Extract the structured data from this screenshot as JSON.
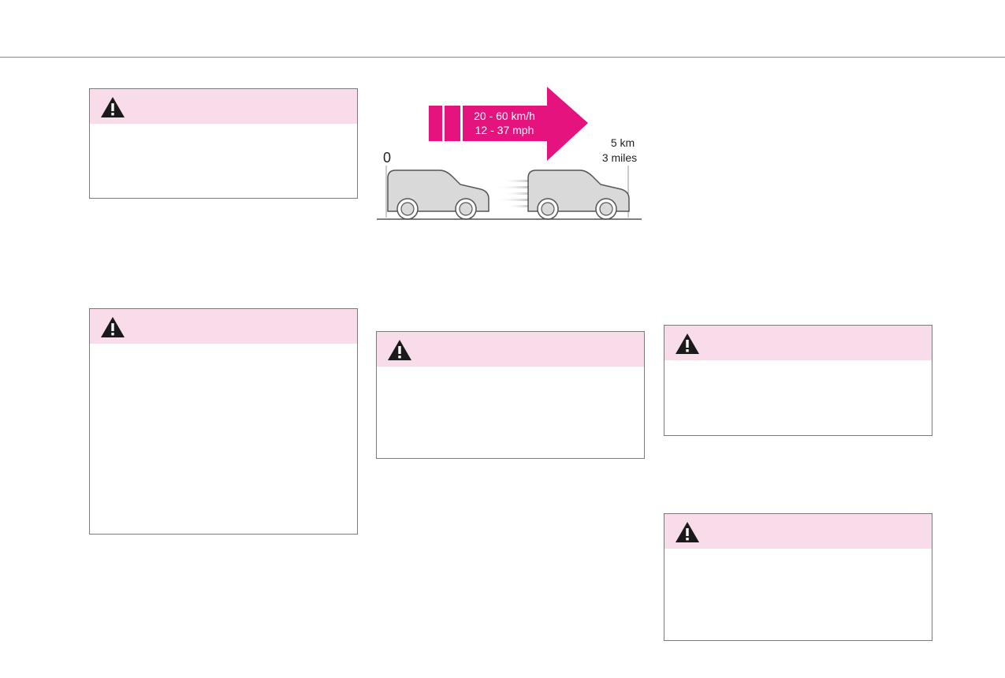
{
  "figure": {
    "start_label": "0",
    "speed_kmh": "20 - 60 km/h",
    "speed_mph": "12 - 37 mph",
    "distance_km": "5 km",
    "distance_miles": "3 miles",
    "accent_color": "#e4137e"
  },
  "warnings": [
    {
      "icon": "warning-triangle"
    },
    {
      "icon": "warning-triangle"
    },
    {
      "icon": "warning-triangle"
    },
    {
      "icon": "warning-triangle"
    },
    {
      "icon": "warning-triangle"
    }
  ],
  "colors": {
    "warning_header": "#f9dcea",
    "border": "#7a7a7a"
  }
}
